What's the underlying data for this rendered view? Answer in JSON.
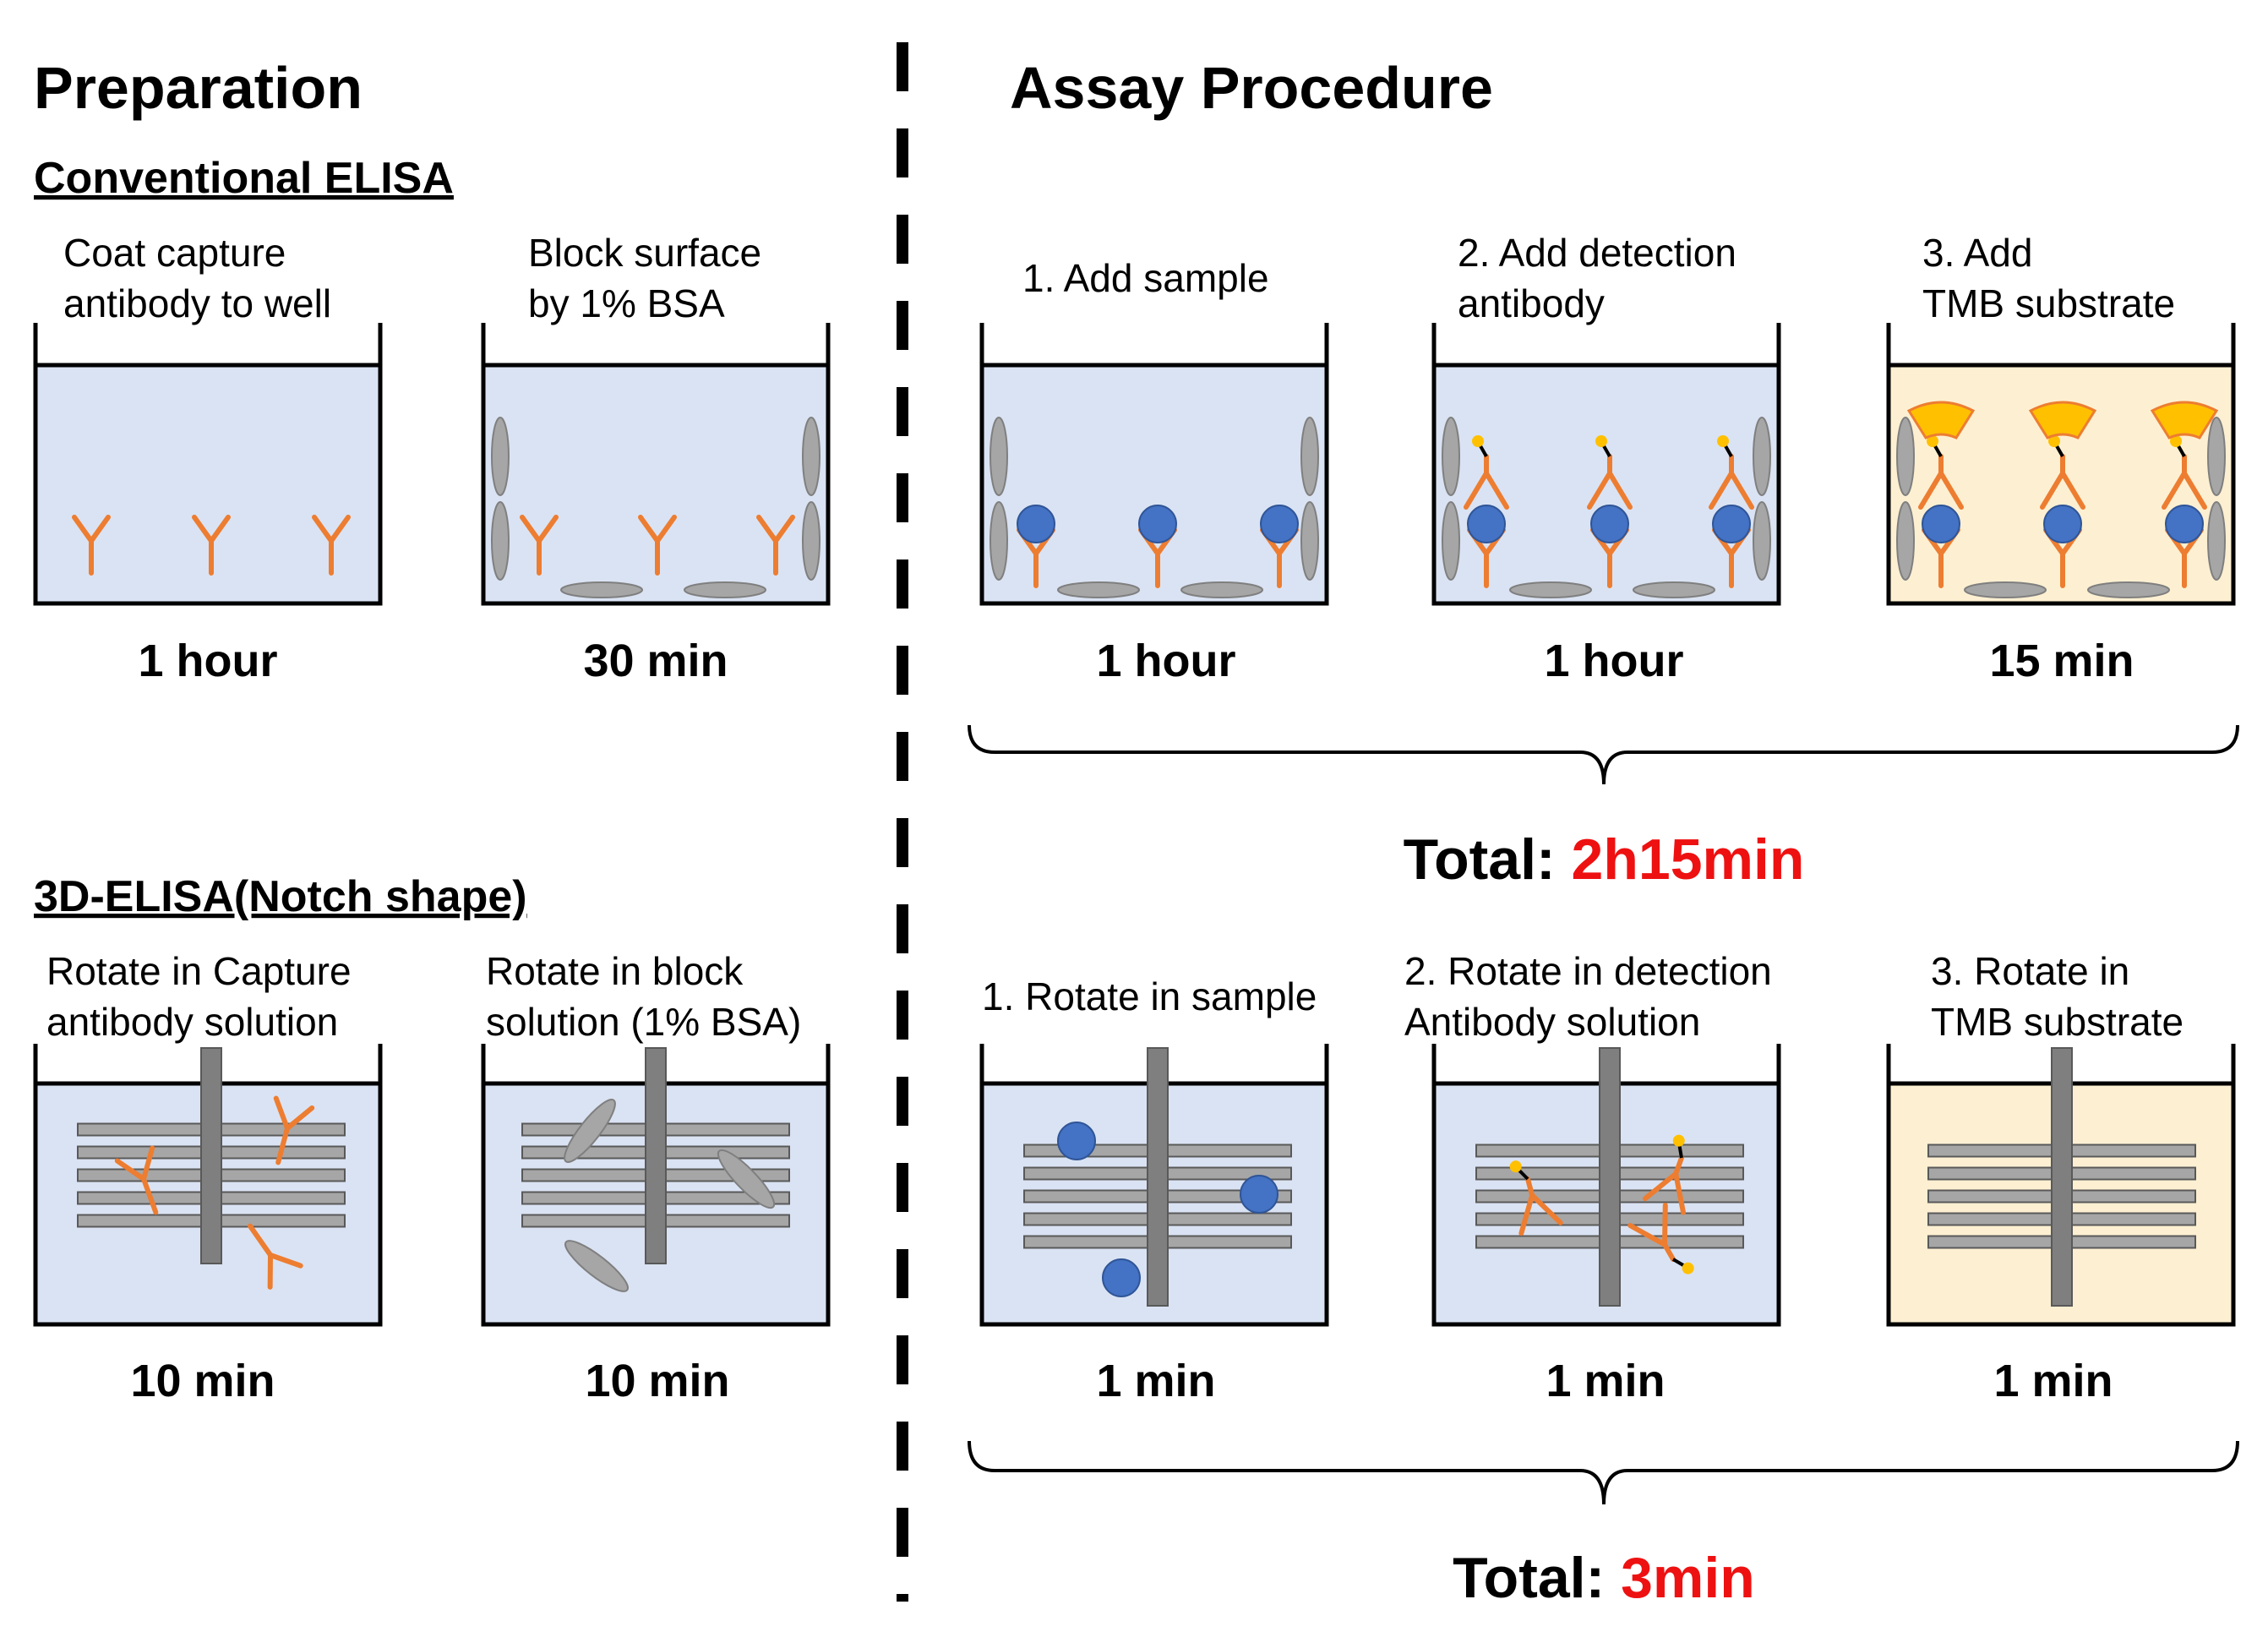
{
  "headings": {
    "preparation": "Preparation",
    "assay": "Assay Procedure"
  },
  "sections": {
    "conventional": "Conventional ELISA",
    "threed": "3D-ELISA(Notch shape)"
  },
  "wells": {
    "coat": {
      "label": [
        "Coat capture",
        "antibody to well"
      ],
      "time": "1 hour"
    },
    "block": {
      "label": [
        "Block surface",
        "by 1% BSA"
      ],
      "time": "30 min"
    },
    "add_sample": {
      "label": [
        "1. Add sample"
      ],
      "time": "1 hour"
    },
    "add_detection": {
      "label": [
        "2. Add detection",
        "antibody"
      ],
      "time": "1 hour"
    },
    "add_tmb": {
      "label": [
        "3. Add",
        "TMB substrate"
      ],
      "time": "15 min"
    },
    "rot_capture": {
      "label": [
        "Rotate in Capture",
        "antibody solution"
      ],
      "time": "10 min"
    },
    "rot_block": {
      "label": [
        "Rotate in block",
        "solution (1% BSA)"
      ],
      "time": "10 min"
    },
    "rot_sample": {
      "label": [
        "1. Rotate in sample"
      ],
      "time": "1 min"
    },
    "rot_detection": {
      "label": [
        "2. Rotate in detection",
        "Antibody solution"
      ],
      "time": "1 min"
    },
    "rot_tmb": {
      "label": [
        "3. Rotate in",
        "TMB substrate"
      ],
      "time": "1 min"
    }
  },
  "totals": {
    "conventional": {
      "prefix": "Total: ",
      "value": "2h15min"
    },
    "threed": {
      "prefix": "Total: ",
      "value": "3min"
    }
  },
  "colors": {
    "liquid": "#dae3f3",
    "tmb": "#fdf0d2",
    "antibody": "#ed7d31",
    "antigen": "#4472c4",
    "bsa": "#a6a6a6",
    "notch": "#a6a6a6",
    "enzyme": "#ffc000",
    "highlight": "#ee1111"
  }
}
